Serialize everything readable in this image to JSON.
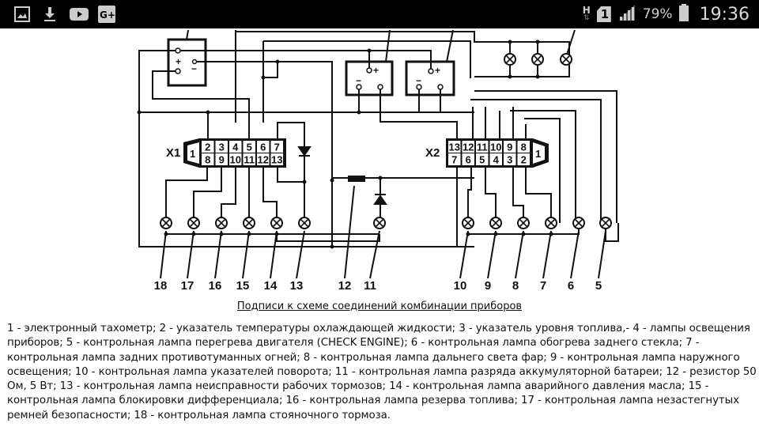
{
  "status_bar": {
    "left_icons": [
      "gallery-icon",
      "download-icon",
      "youtube-icon",
      "google-plus-icon"
    ],
    "network_type": "H",
    "sim_slot": "1",
    "battery_percent": "79%",
    "time": "19:36"
  },
  "diagram": {
    "connectors": [
      {
        "name": "X1",
        "top_pins": [
          "2",
          "3",
          "4",
          "5",
          "6",
          "7"
        ],
        "bottom_pins": [
          "8",
          "9",
          "10",
          "11",
          "12",
          "13"
        ],
        "key_pin": "1"
      },
      {
        "name": "X2",
        "top_pins": [
          "13",
          "12",
          "11",
          "10",
          "9",
          "8"
        ],
        "bottom_pins": [
          "7",
          "6",
          "5",
          "4",
          "3",
          "2"
        ],
        "key_pin": "1"
      }
    ],
    "gauge_terminal_labels": {
      "plus": "+",
      "minus": "−"
    },
    "callouts_left": [
      "18",
      "17",
      "16",
      "15",
      "14",
      "13",
      "12",
      "11"
    ],
    "callouts_right": [
      "10",
      "9",
      "8",
      "7",
      "6",
      "5"
    ]
  },
  "caption": "Подписи к схеме соединений комбинации приборов",
  "legend": "1 - электронный тахометр; 2 - указатель температуры охлаждающей жидкости; 3 - указатель уровня топлива,- 4 - лампы освещения приборов; 5 - контрольная лампа перегрева двигателя (CHECK ENGINE); 6 - контрольная лампа обогрева заднего стекла; 7 - контрольная лампа задних противотуманных огней; 8 - контрольная лампа дальнего света фар; 9 - контрольная лампа наружного освещения; 10 - контрольная лампа указателей поворота; 11 - контрольная лампа разряда аккумуляторной батареи; 12 - резистор 50 Ом, 5 Вт; 13 - контрольная лампа неисправности рабочих тормозов; 14 - контрольная лампа аварийного давления масла; 15 - контрольная лампа блокировки дифференциала; 16 - контрольная лампа резерва топлива; 17 - контрольная лампа незастегнутых ремней безопасности; 18 - контрольная лампа стояночного тормоза."
}
